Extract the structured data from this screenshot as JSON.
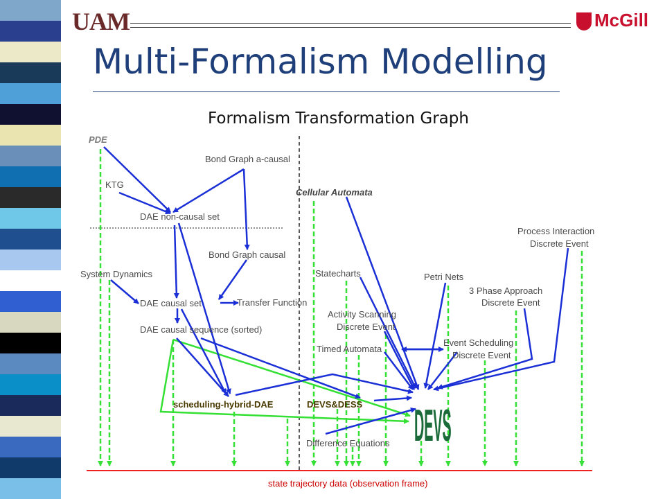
{
  "header": {
    "logo_left": "UAM",
    "logo_left_sub": "",
    "logo_right": "McGill"
  },
  "slide": {
    "title": "Multi-Formalism Modelling",
    "subtitle": "Formalism Transformation Graph"
  },
  "colors": {
    "title": "#1f3f7a",
    "arrow_blue": "#1a2fd6",
    "arrow_green": "#33e033",
    "baseline_red": "#ee2222",
    "devs_green": "#1b6b3a",
    "stripe": [
      "#7fa7c9",
      "#2b3f8f",
      "#ece9c9",
      "#1a3a5a",
      "#4f9fd9",
      "#101030",
      "#e9e4b0",
      "#6a8fb8",
      "#0f6fb0",
      "#2a2a2a",
      "#6fc8e8",
      "#1f4f8f",
      "#a8c8f0",
      "#ffffff",
      "#2f5fd0",
      "#d8d8c0",
      "#000000",
      "#5a8abf",
      "#0a8fc8",
      "#1a2a5a",
      "#e8e8d0",
      "#3a6abf",
      "#0f3a6a",
      "#7abfe8"
    ]
  },
  "graph": {
    "nodes": {
      "pde": "PDE",
      "bond_graph_acausal": "Bond Graph a-causal",
      "ktg": "KTG",
      "cellular_automata": "Cellular Automata",
      "dae_noncausal": "DAE non-causal set",
      "process_interaction": "Process Interaction",
      "process_interaction_2": "Discrete Event",
      "bond_graph_causal": "Bond Graph causal",
      "system_dynamics": "System Dynamics",
      "statecharts": "Statecharts",
      "petri_nets": "Petri Nets",
      "three_phase": "3 Phase Approach",
      "three_phase_2": "Discrete Event",
      "dae_causal_set": "DAE causal set",
      "transfer_function": "Transfer Function",
      "activity_scanning": "Activity Scanning",
      "activity_scanning_2": "Discrete Event",
      "dae_causal_sequence": "DAE causal sequence (sorted)",
      "timed_automata": "Timed Automata",
      "event_scheduling": "Event Scheduling",
      "event_scheduling_2": "Discrete Event",
      "scheduling_hybrid_dae": "scheduling-hybrid-DAE",
      "devs_dess": "DEVS&DESS",
      "devs": "DEVS",
      "difference_equations": "Difference Equations",
      "state_trajectory": "state trajectory data (observation frame)"
    }
  }
}
